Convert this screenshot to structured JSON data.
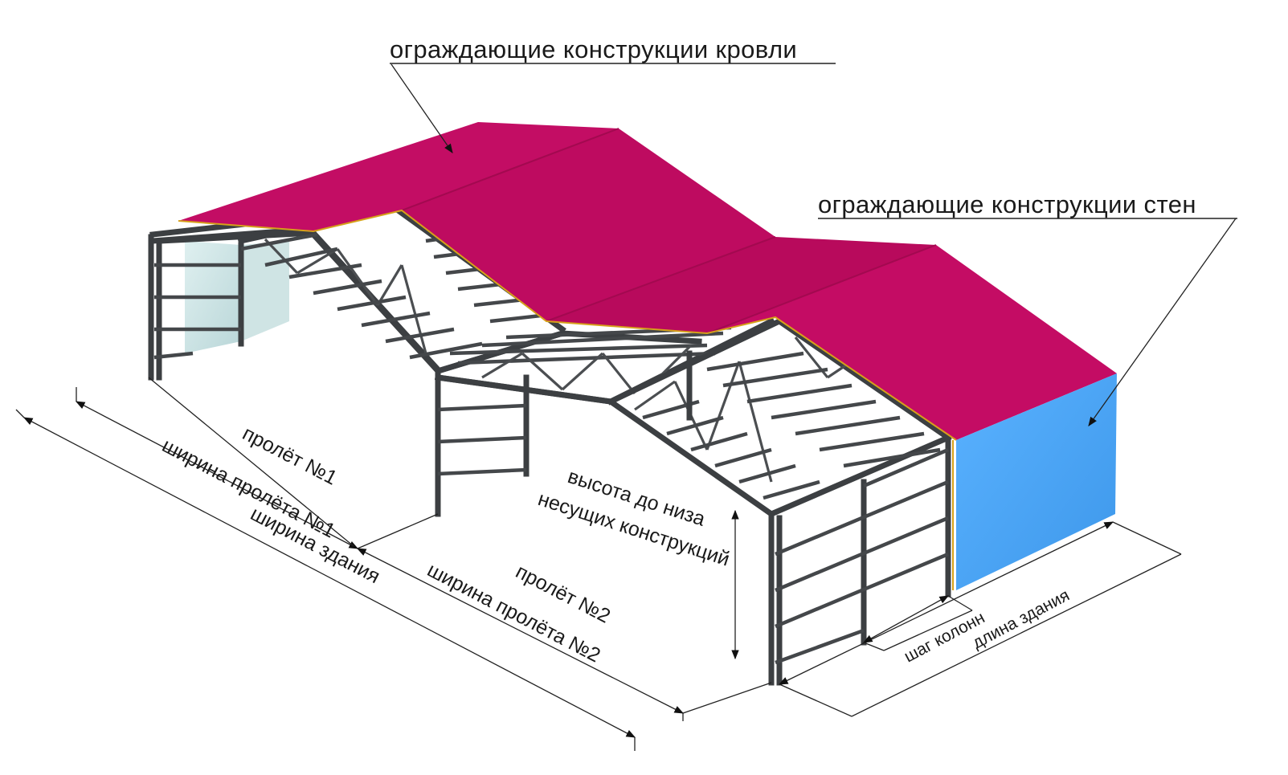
{
  "labels": {
    "roof_cladding": "ограждающие конструкции кровли",
    "wall_cladding": "ограждающие конструкции стен",
    "span1": "пролёт №1",
    "span1_width": "ширина пролёта №1",
    "building_width": "ширина здания",
    "span2": "пролёт №2",
    "span2_width": "ширина пролёта №2",
    "height_line1": "высота до низа",
    "height_line2": "несущих конструкций",
    "column_step": "шаг колонн",
    "building_length": "длина здания"
  },
  "colors": {
    "roof": "#c00c62",
    "roof_shade": "#a80a55",
    "wall": "#4aa3f2",
    "steel": "#3c3f42",
    "glass": "#cfe6e6"
  }
}
